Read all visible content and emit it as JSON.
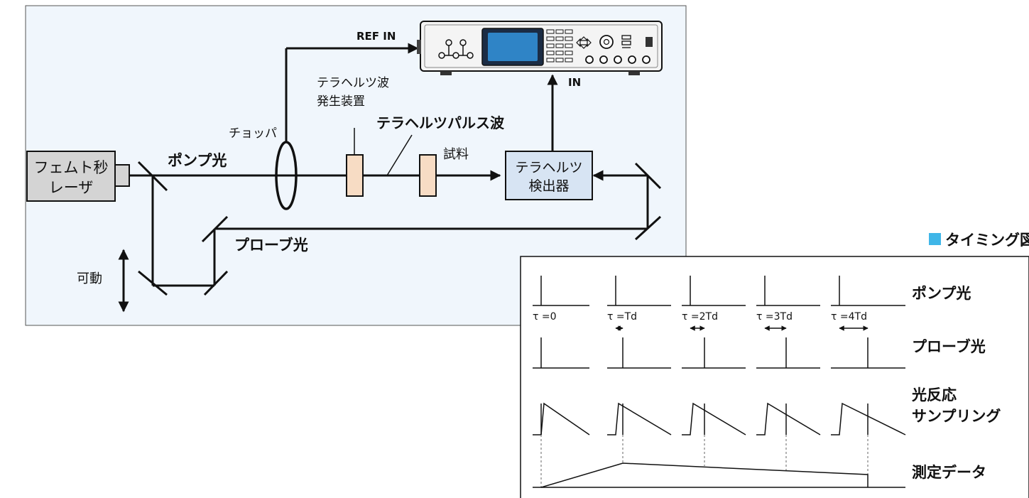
{
  "setup": {
    "laser_label_1": "フェムト秒",
    "laser_label_2": "レーザ",
    "pump_label": "ポンプ光",
    "probe_label": "プローブ光",
    "movable_label": "可動",
    "chopper_label": "チョッパ",
    "generator_label_1": "テラヘルツ波",
    "generator_label_2": "発生装置",
    "pulse_label": "テラヘルツパルス波",
    "sample_label": "試料",
    "detector_label_1": "テラヘルツ",
    "detector_label_2": "検出器",
    "ref_in_label": "REF IN",
    "in_label": "IN"
  },
  "timing": {
    "title": "タイミング図",
    "row_pump": "ポンプ光",
    "row_probe": "プローブ光",
    "row_response_1": "光反応",
    "row_response_2": "サンプリング",
    "row_data": "測定データ",
    "taus": [
      "τ =0",
      "τ =Td",
      "τ =2Td",
      "τ =3Td",
      "τ =4Td"
    ],
    "title_marker_color": "#3fb6e8"
  },
  "colors": {
    "panel_bg": "#f0f6fc",
    "laser_fill": "#d4d4d4",
    "element_fill": "#f7dcc4",
    "detector_fill": "#d7e4f3",
    "screen_fill": "#2f84c6"
  }
}
